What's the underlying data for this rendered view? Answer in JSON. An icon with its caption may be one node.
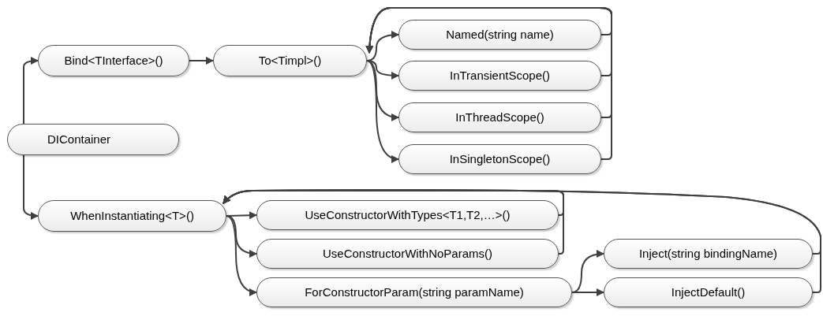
{
  "diagram": {
    "nodes": [
      {
        "text": [
          "DIContainer"
        ]
      },
      {
        "text": [
          "Bind<TInterface>()"
        ]
      },
      {
        "text": [
          "To<Timpl>()"
        ]
      },
      {
        "text": [
          "Named(string name)"
        ]
      },
      {
        "text": [
          "InTransientScope()"
        ]
      },
      {
        "text": [
          "InThreadScope()"
        ]
      },
      {
        "text": [
          "InSingletonScope()"
        ]
      },
      {
        "text": [
          "WhenInstantiating<T>()"
        ]
      },
      {
        "text": [
          "UseConstructorWithTypes<T1,T2,…>()"
        ]
      },
      {
        "text": [
          "UseConstructorWithNoParams()"
        ]
      },
      {
        "text": [
          "ForConstructorParam(string paramName)"
        ]
      },
      {
        "text": [
          "Inject(string bindingName)"
        ]
      },
      {
        "text": [
          "InjectDefault()"
        ]
      }
    ],
    "edges": [
      {
        "from": 0,
        "to": 1,
        "arrow": "to"
      },
      {
        "from": 0,
        "to": 7,
        "arrow": "to"
      },
      {
        "from": 1,
        "to": 2,
        "arrow": "to"
      },
      {
        "from": 2,
        "to": 3,
        "arrow": "to"
      },
      {
        "from": 2,
        "to": 4,
        "arrow": "to"
      },
      {
        "from": 2,
        "to": 5,
        "arrow": "to"
      },
      {
        "from": 2,
        "to": 6,
        "arrow": "to"
      },
      {
        "from": 3,
        "to": 2,
        "arrow": "to"
      },
      {
        "from": 4,
        "to": 2,
        "arrow": "to"
      },
      {
        "from": 5,
        "to": 2,
        "arrow": "to"
      },
      {
        "from": 6,
        "to": 2,
        "arrow": "to"
      },
      {
        "from": 7,
        "to": 8,
        "arrow": "to"
      },
      {
        "from": 7,
        "to": 9,
        "arrow": "to"
      },
      {
        "from": 7,
        "to": 10,
        "arrow": "to"
      },
      {
        "from": 10,
        "to": 11,
        "arrow": "to"
      },
      {
        "from": 10,
        "to": 12,
        "arrow": "to"
      },
      {
        "from": 8,
        "to": 7,
        "arrow": "to"
      },
      {
        "from": 9,
        "to": 7,
        "arrow": "to"
      },
      {
        "from": 11,
        "to": 7,
        "arrow": "to"
      },
      {
        "from": 12,
        "to": 7,
        "arrow": "to"
      }
    ]
  }
}
